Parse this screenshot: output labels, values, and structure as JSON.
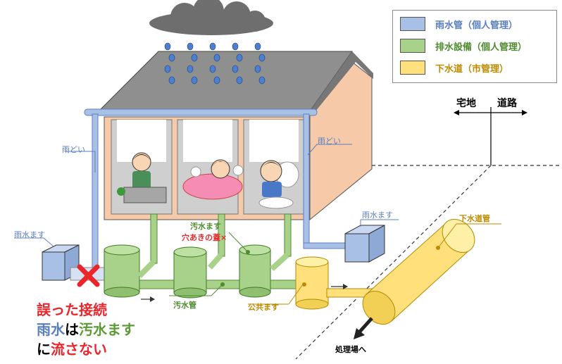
{
  "legend": {
    "rain_pipe": {
      "label": "雨水管（個人管理）",
      "color": "#a9c0e6",
      "text_color": "#5a7fc0"
    },
    "drain": {
      "label": "排水設備（個人管理）",
      "color": "#a8d28a",
      "text_color": "#4f8a2e"
    },
    "sewer": {
      "label": "下水道（市管理）",
      "color": "#ffe07a",
      "text_color": "#c08a00"
    }
  },
  "boundary": {
    "private": "宅地",
    "road": "道路"
  },
  "labels": {
    "gutter_left": "雨どい",
    "gutter_right": "雨どい",
    "rain_box_left": "雨水ます",
    "rain_box_right": "雨水ます",
    "sewage_box": "汚水ます",
    "hole_lid": "穴あきの蓋×",
    "sewage_pipe": "汚水管",
    "public_box": "公共ます",
    "sewer_pipe": "下水道管",
    "to_plant": "処理場へ"
  },
  "warning": {
    "line1": "誤った接続",
    "line2_a": "雨水",
    "line2_b": "は",
    "line2_c": "汚水ます",
    "line3_a": "に",
    "line3_b": "流さない"
  },
  "colors": {
    "roof": "#8f8f8f",
    "wall": "#f6c9a8",
    "pipe_blue": "#a9c0e6",
    "pipe_green": "#a8d28a",
    "sewer_yellow": "#ffe07a",
    "red": "#e8262b",
    "blue_text": "#5a7fc0",
    "green_text": "#5c9a35"
  }
}
